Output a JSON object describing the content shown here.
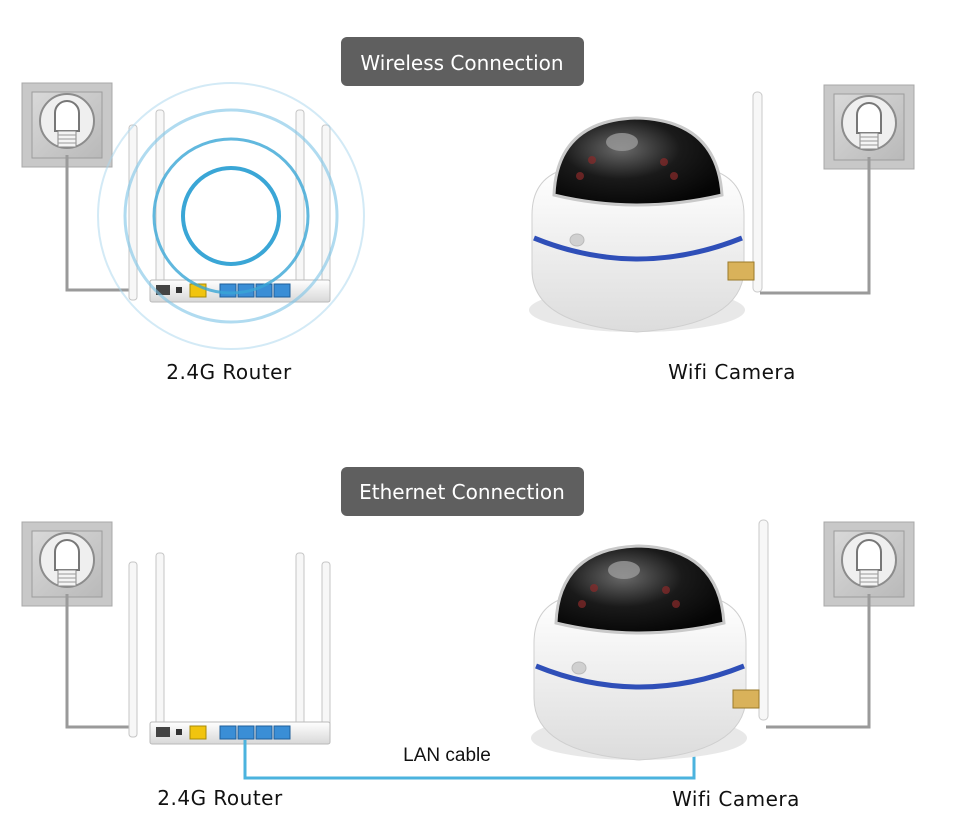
{
  "wireless": {
    "title": "Wireless Connection",
    "router_label": "2.4G Router",
    "camera_label": "Wifi Camera"
  },
  "ethernet": {
    "title": "Ethernet Connection",
    "router_label": "2.4G Router",
    "camera_label": "Wifi Camera",
    "cable_label": "LAN cable"
  },
  "colors": {
    "pill_bg": "#5f5f5f",
    "signal": "#3aa6d6",
    "lan_cable": "#4bb3de",
    "power_cable": "#9a9a9a",
    "camera_band": "#2f4fb8"
  }
}
